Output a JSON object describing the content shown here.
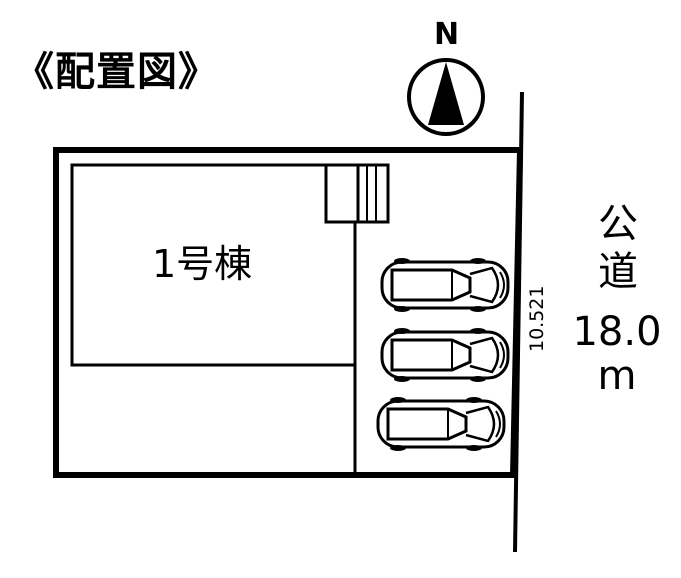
{
  "title": "《配置図》",
  "compass": {
    "label": "N"
  },
  "building": {
    "label": "1号棟"
  },
  "road": {
    "name": "公道",
    "width_value": "18.0",
    "width_unit": "m",
    "frontage": "10.521"
  },
  "parking": {
    "cars": 3
  }
}
